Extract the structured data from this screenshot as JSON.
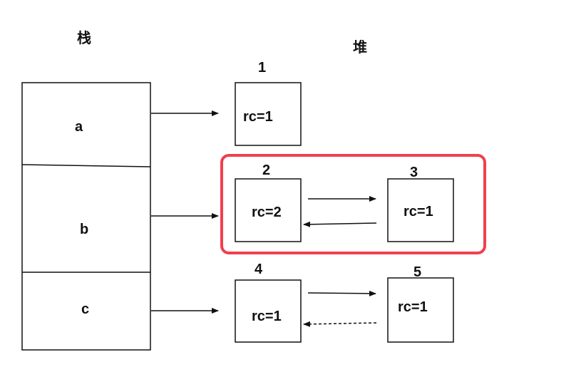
{
  "stack": {
    "title": "栈",
    "vars": [
      {
        "name": "a"
      },
      {
        "name": "b"
      },
      {
        "name": "c"
      }
    ]
  },
  "heap": {
    "title": "堆",
    "objects": [
      {
        "id": "1",
        "rc": "rc=1"
      },
      {
        "id": "2",
        "rc": "rc=2"
      },
      {
        "id": "3",
        "rc": "rc=1"
      },
      {
        "id": "4",
        "rc": "rc=1"
      },
      {
        "id": "5",
        "rc": "rc=1"
      }
    ]
  },
  "colors": {
    "stroke": "#111111",
    "highlight": "#f0404e"
  }
}
